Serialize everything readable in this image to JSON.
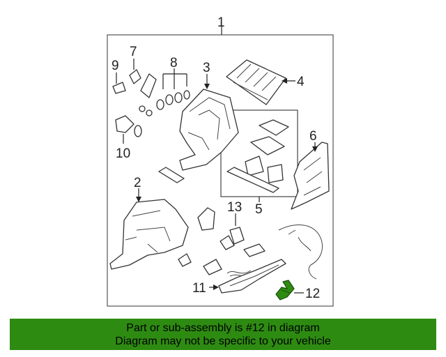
{
  "diagram": {
    "callouts": {
      "c1": "1",
      "c2": "2",
      "c3": "3",
      "c4": "4",
      "c5": "5",
      "c6": "6",
      "c7": "7",
      "c8": "8",
      "c9": "9",
      "c10": "10",
      "c11": "11",
      "c12": "12",
      "c13": "13"
    },
    "highlight_color": "#2e8b12"
  },
  "banner": {
    "line1": "Part or sub-assembly is #12 in diagram",
    "line2": "Diagram may not be specific to your vehicle",
    "background": "#2e8b12"
  }
}
